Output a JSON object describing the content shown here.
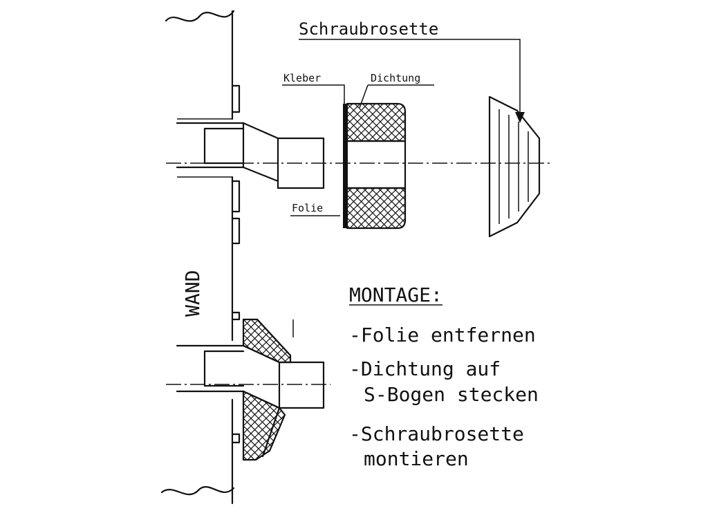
{
  "labels": {
    "schraubrosette": "Schraubrosette",
    "kleber": "Kleber",
    "dichtung": "Dichtung",
    "folie": "Folie",
    "wand": "WAND"
  },
  "instructions": {
    "heading": "MONTAGE:",
    "step1": "-Folie entfernen",
    "step2_line1": "-Dichtung auf",
    "step2_line2": "S-Bogen stecken",
    "step3_line1": "-Schraubrosette",
    "step3_line2": "montieren"
  }
}
